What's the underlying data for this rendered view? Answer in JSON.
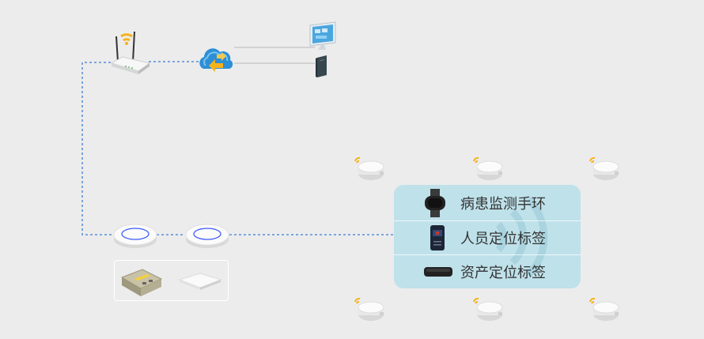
{
  "tags": {
    "items": [
      {
        "label": "病患监测手环",
        "icon": "wristband-icon"
      },
      {
        "label": "人员定位标签",
        "icon": "badge-tag-icon"
      },
      {
        "label": "资产定位标签",
        "icon": "asset-tag-icon"
      }
    ]
  },
  "colors": {
    "background": "#ececec",
    "panel": "#bfe1ea",
    "link_dashed": "#3a7bd5",
    "link_solid": "#b9b9b9",
    "wifi_signal": "#f5b21c",
    "cloud": "#2d8fd6"
  }
}
